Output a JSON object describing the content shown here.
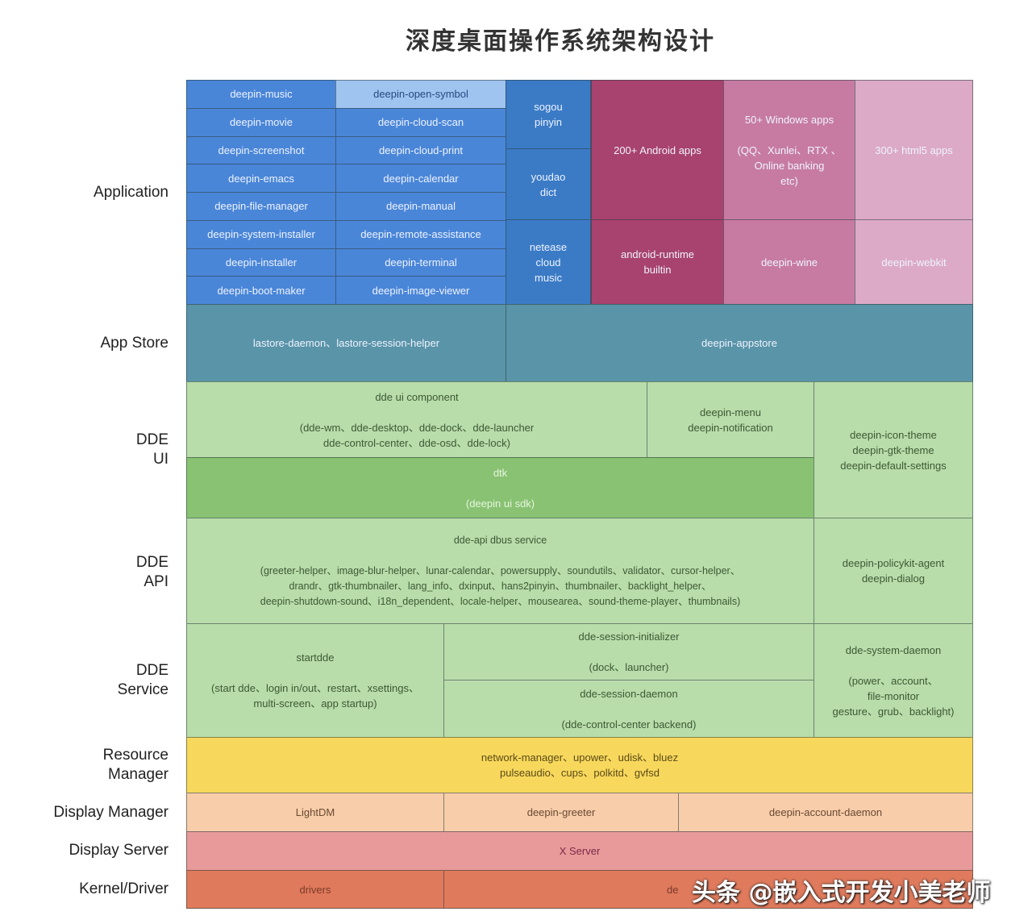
{
  "title": "深度桌面操作系统架构设计",
  "layers": [
    "Application",
    "App Store",
    "DDE\nUI",
    "DDE\nAPI",
    "DDE\nService",
    "Resource\nManager",
    "Display Manager",
    "Display Server",
    "Kernel/Driver"
  ],
  "application": {
    "col1": [
      "deepin-music",
      "deepin-movie",
      "deepin-screenshot",
      "deepin-emacs",
      "deepin-file-manager",
      "deepin-system-installer",
      "deepin-installer",
      "deepin-boot-maker"
    ],
    "col2": [
      "deepin-open-symbol",
      "deepin-cloud-scan",
      "deepin-cloud-print",
      "deepin-calendar",
      "deepin-manual",
      "deepin-remote-assistance",
      "deepin-terminal",
      "deepin-image-viewer"
    ],
    "col3": [
      "sogou\npinyin",
      "youdao\ndict",
      "netease\ncloud\nmusic"
    ],
    "android_apps": "200+ Android apps",
    "android_runtime": "android-runtime\nbuiltin",
    "windows_apps": "50+ Windows apps\n\n(QQ、Xunlei、RTX 、\nOnline banking\netc)",
    "deepin_wine": "deepin-wine",
    "html5_apps": "300+ html5 apps",
    "deepin_webkit": "deepin-webkit"
  },
  "app_store": {
    "left": "lastore-daemon、lastore-session-helper",
    "right": "deepin-appstore"
  },
  "dde_ui": {
    "component": "dde ui component\n\n(dde-wm、dde-desktop、dde-dock、dde-launcher\ndde-control-center、dde-osd、dde-lock)",
    "menu": "deepin-menu\ndeepin-notification",
    "themes": "deepin-icon-theme\ndeepin-gtk-theme\ndeepin-default-settings",
    "dtk": "dtk\n\n(deepin ui sdk)"
  },
  "dde_api": {
    "main": "dde-api dbus service\n\n(greeter-helper、image-blur-helper、lunar-calendar、powersupply、soundutils、validator、cursor-helper、\ndrandr、gtk-thumbnailer、lang_info、dxinput、hans2pinyin、thumbnailer、backlight_helper、\ndeepin-shutdown-sound、i18n_dependent、locale-helper、mousearea、sound-theme-player、thumbnails)",
    "right": "deepin-policykit-agent\ndeepin-dialog"
  },
  "dde_service": {
    "startdde": "startdde\n\n(start dde、login in/out、restart、xsettings、\nmulti-screen、app startup)",
    "initializer": "dde-session-initializer\n\n(dock、launcher)",
    "daemon": "dde-session-daemon\n\n(dde-control-center backend)",
    "system_daemon": "dde-system-daemon\n\n(power、account、\nfile-monitor\ngesture、grub、backlight)"
  },
  "resource_manager": "network-manager、upower、udisk、bluez\npulseaudio、cups、polkitd、gvfsd",
  "display_manager": [
    "LightDM",
    "deepin-greeter",
    "deepin-account-daemon"
  ],
  "display_server": "X Server",
  "kernel": [
    "drivers",
    "de"
  ],
  "watermark": "头条 @嵌入式开发小美老师"
}
